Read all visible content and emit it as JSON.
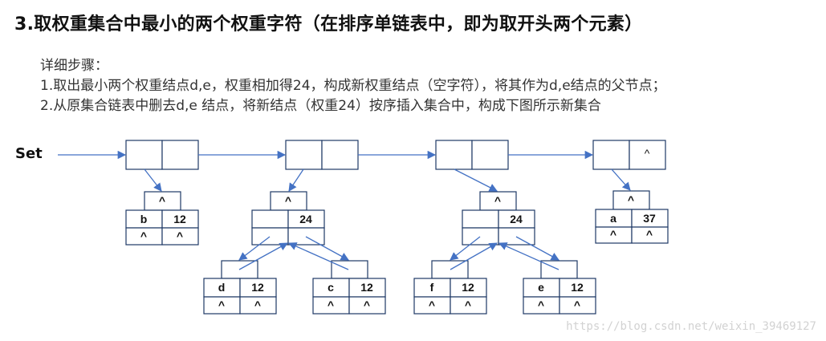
{
  "title": "3.取权重集合中最小的两个权重字符（在排序单链表中，即为取开头两个元素）",
  "steps": {
    "heading": "详细步骤：",
    "step1": "1.取出最小两个权重结点d,e，权重相加得24，构成新权重结点（空字符），将其作为d,e结点的父节点；",
    "step2": "2.从原集合链表中删去d,e 结点，将新结点（权重24）按序插入集合中，构成下图所示新集合"
  },
  "set_label": "Set",
  "null_symbol": "^",
  "list_nodes": [
    {
      "next": ""
    },
    {
      "next": ""
    },
    {
      "next": ""
    },
    {
      "next": "^"
    }
  ],
  "trees": {
    "leaf_b": {
      "char": "b",
      "weight": "12"
    },
    "node_24_left": {
      "char": "",
      "weight": "24"
    },
    "leaf_d": {
      "char": "d",
      "weight": "12"
    },
    "leaf_c": {
      "char": "c",
      "weight": "12"
    },
    "node_24_right": {
      "char": "",
      "weight": "24"
    },
    "leaf_f": {
      "char": "f",
      "weight": "12"
    },
    "leaf_e": {
      "char": "e",
      "weight": "12"
    },
    "leaf_a": {
      "char": "a",
      "weight": "37"
    }
  },
  "watermark": "https://blog.csdn.net/weixin_39469127",
  "colors": {
    "arrow": "#4472c4",
    "box_stroke": "#1e3966"
  }
}
